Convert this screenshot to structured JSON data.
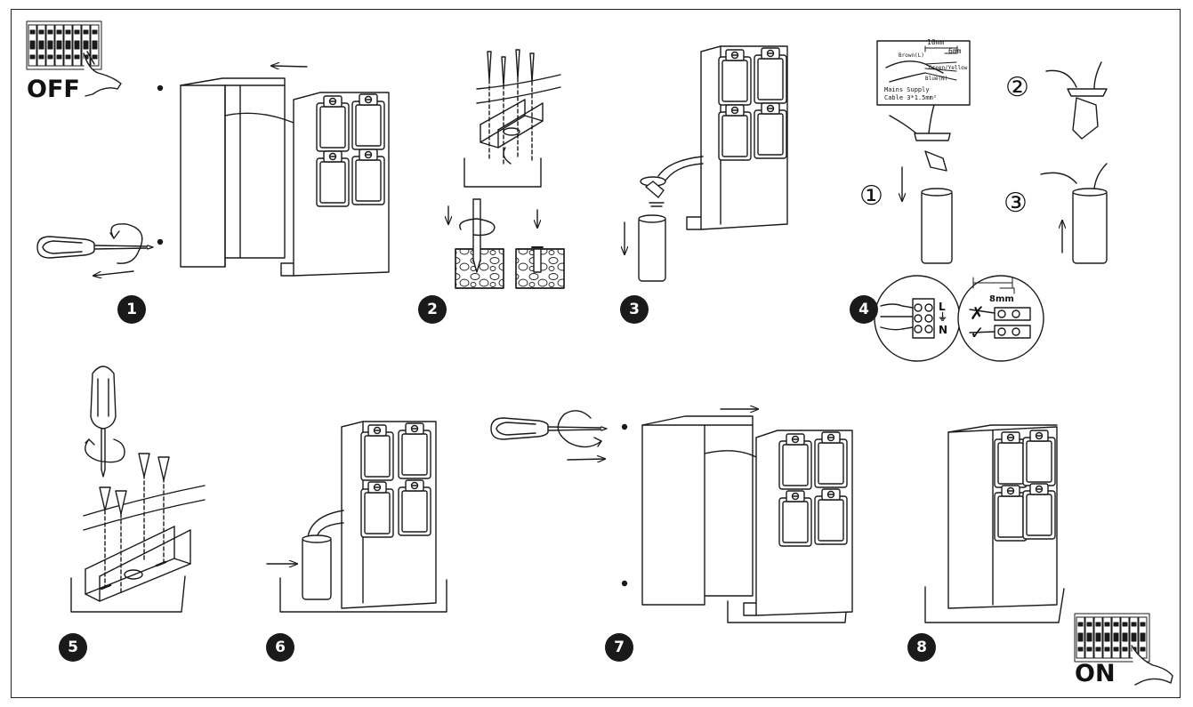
{
  "power": {
    "off_label": "OFF",
    "on_label": "ON"
  },
  "steps": [
    "1",
    "2",
    "3",
    "4",
    "5",
    "6",
    "7",
    "8"
  ],
  "substeps": [
    "①",
    "②",
    "③"
  ],
  "cable_detail": {
    "strip_length": "10mm",
    "conductor_strip": "6mm",
    "wire_brown": "Brown(L)",
    "wire_earth": "Green/Yellow",
    "wire_blue": "Blue(N)",
    "caption_line1": "Mains Supply",
    "caption_line2": "Cable 3*1.5mm²"
  },
  "terminal_detail": {
    "live": "L",
    "neutral": "N",
    "earth": "⏚",
    "strip_length": "8mm",
    "wrong_mark": "✗",
    "right_mark": "✓"
  }
}
